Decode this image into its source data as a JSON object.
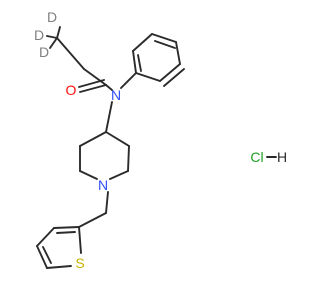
{
  "molecule": {
    "atom_labels": {
      "deuterium_1": "D",
      "deuterium_2": "D",
      "deuterium_3": "D",
      "carbonyl_oxygen": "O",
      "amide_nitrogen": "N",
      "piperidine_nitrogen": "N",
      "thiophene_sulfur": "S"
    },
    "salt": {
      "chlorine": "Cl",
      "hydrogen": "H"
    },
    "colors": {
      "bond": "#2b2b2b",
      "oxygen": "#ff0d0d",
      "nitrogen": "#3050f8",
      "sulfur": "#c8b400",
      "chlorine": "#1fa01f",
      "deuterium": "#808080"
    }
  }
}
